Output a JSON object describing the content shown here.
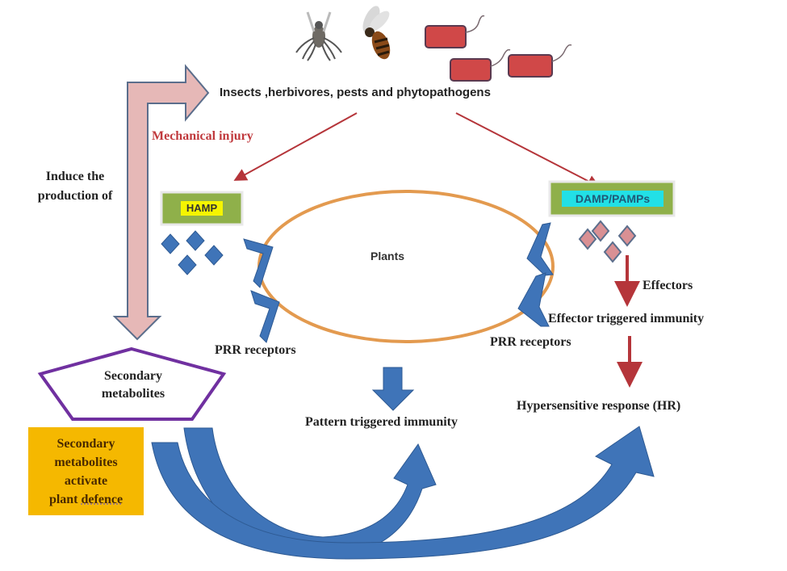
{
  "diagram": {
    "organisms_label": "Insects ,herbivores, pests and phytopathogens",
    "mechanical_injury_label": "Mechanical injury",
    "induce_label_line1": "Induce the",
    "induce_label_line2": "production of",
    "hamp_label": "HAMP",
    "damp_label": "DAMP/PAMPs",
    "plants_label": "Plants",
    "prr_left_label": "PRR receptors",
    "prr_right_label": "PRR receptors",
    "effectors_label": "Effectors",
    "eti_label": "Effector triggered immunity",
    "hr_label": "Hypersensitive response (HR)",
    "pti_label": "Pattern triggered immunity",
    "secondary_metabolites_line1": "Secondary",
    "secondary_metabolites_line2": "metabolites",
    "activate_line1": "Secondary",
    "activate_line2": "metabolites",
    "activate_line3": "activate",
    "activate_line4_a": "plant ",
    "activate_line4_b": "defence",
    "icons": [
      "fly-icon",
      "bee-icon",
      "bacterium-icon",
      "bacterium-icon",
      "bacterium-icon"
    ],
    "colors": {
      "red_arrow": "#b5353a",
      "blue_shape": "#3f74b8",
      "pink_arrow": "#e6b8b7",
      "green_box": "#8fb04a",
      "yellow_highlight": "#f5f500",
      "cyan_highlight": "#22e0e6",
      "orange_ellipse": "#e39a4f",
      "purple_pentagon": "#7030a0",
      "orange_box": "#f5b800",
      "pink_diamond": "#d99094"
    }
  }
}
